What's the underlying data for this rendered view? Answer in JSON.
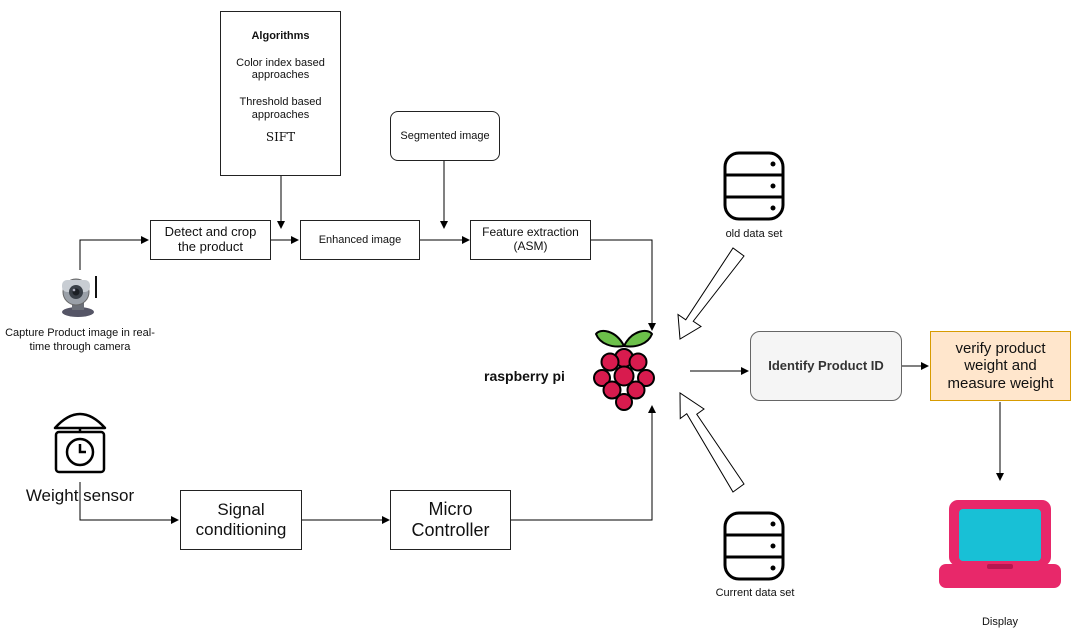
{
  "algorithms": {
    "title": "Algorithms",
    "item1": "Color index based approaches",
    "item2": "Threshold based approaches",
    "item3": "SIFT"
  },
  "nodes": {
    "segmented": "Segmented image",
    "detect_crop": "Detect and crop the product",
    "enhanced": "Enhanced image",
    "feature": "Feature extraction (ASM)",
    "signal": "Signal conditioning",
    "micro": "Micro Controller",
    "identify": "Identify Product ID",
    "verify": "verify product weight and measure weight"
  },
  "labels": {
    "camera": "Capture Product image in real-time through camera",
    "weight_sensor": "Weight sensor",
    "raspberry": "raspberry pi",
    "old_data": "old data set",
    "current_data": "Current data set",
    "display": "Display"
  },
  "colors": {
    "raspberry_red": "#d81b4e",
    "leaf_green": "#6cc04a",
    "verify_fill": "#ffe6cc",
    "verify_border": "#d79b00",
    "identify_fill": "#f5f5f5",
    "laptop_pink": "#e8286a",
    "laptop_screen": "#18c0d6"
  },
  "icons": [
    "camera-icon",
    "weighing-scale-icon",
    "raspberry-pi-icon",
    "database-icon",
    "laptop-icon"
  ]
}
